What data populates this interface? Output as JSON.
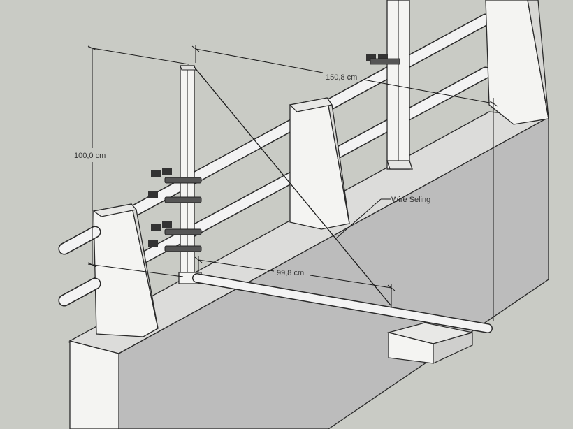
{
  "dimensions": {
    "height": "100,0 cm",
    "top_span": "150,8 cm",
    "bottom_span": "99,8 cm"
  },
  "annotations": {
    "wire": "Wire Seling"
  },
  "colors": {
    "background": "#c9cbc5",
    "concrete_face": "#f4f4f2",
    "concrete_side": "#d7d7d4",
    "wall_shadow": "#bdbdbd",
    "line": "#1a1a1a"
  }
}
